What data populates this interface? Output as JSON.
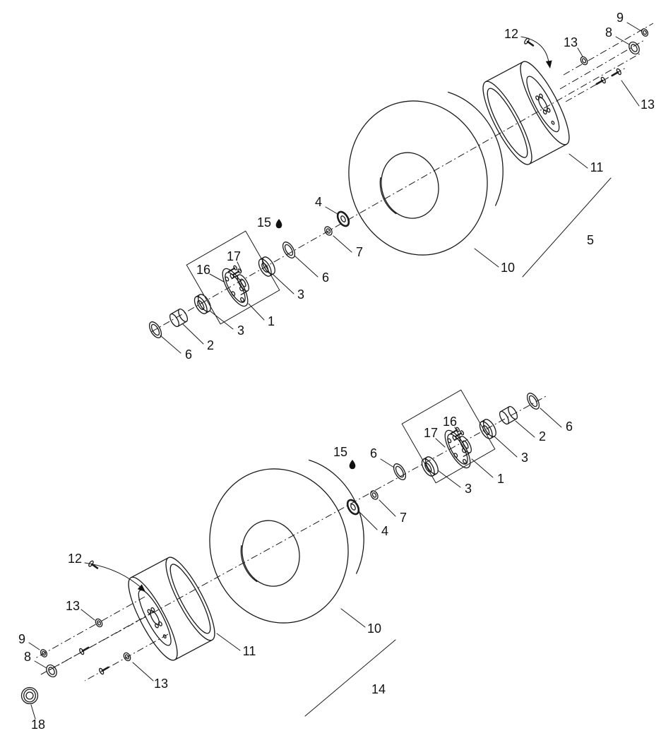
{
  "figure": {
    "type": "exploded-parts-diagram",
    "subject": "wheel-and-hub-assemblies",
    "ink_color": "#1a1a1a",
    "background_color": "#ffffff"
  },
  "top_assembly": {
    "labels": [
      {
        "text": "9"
      },
      {
        "text": "8"
      },
      {
        "text": "13"
      },
      {
        "text": "12"
      },
      {
        "text": "13"
      },
      {
        "text": "11"
      },
      {
        "text": "5"
      },
      {
        "text": "10"
      },
      {
        "text": "4"
      },
      {
        "text": "7"
      },
      {
        "text": "15"
      },
      {
        "text": "6"
      },
      {
        "text": "3"
      },
      {
        "text": "17"
      },
      {
        "text": "16"
      },
      {
        "text": "1"
      },
      {
        "text": "3"
      },
      {
        "text": "2"
      },
      {
        "text": "6"
      }
    ]
  },
  "bottom_assembly": {
    "labels": [
      {
        "text": "6"
      },
      {
        "text": "2"
      },
      {
        "text": "16"
      },
      {
        "text": "17"
      },
      {
        "text": "3"
      },
      {
        "text": "1"
      },
      {
        "text": "3"
      },
      {
        "text": "15"
      },
      {
        "text": "6"
      },
      {
        "text": "7"
      },
      {
        "text": "4"
      },
      {
        "text": "10"
      },
      {
        "text": "12"
      },
      {
        "text": "13"
      },
      {
        "text": "9"
      },
      {
        "text": "8"
      },
      {
        "text": "13"
      },
      {
        "text": "11"
      },
      {
        "text": "14"
      },
      {
        "text": "18"
      }
    ]
  }
}
